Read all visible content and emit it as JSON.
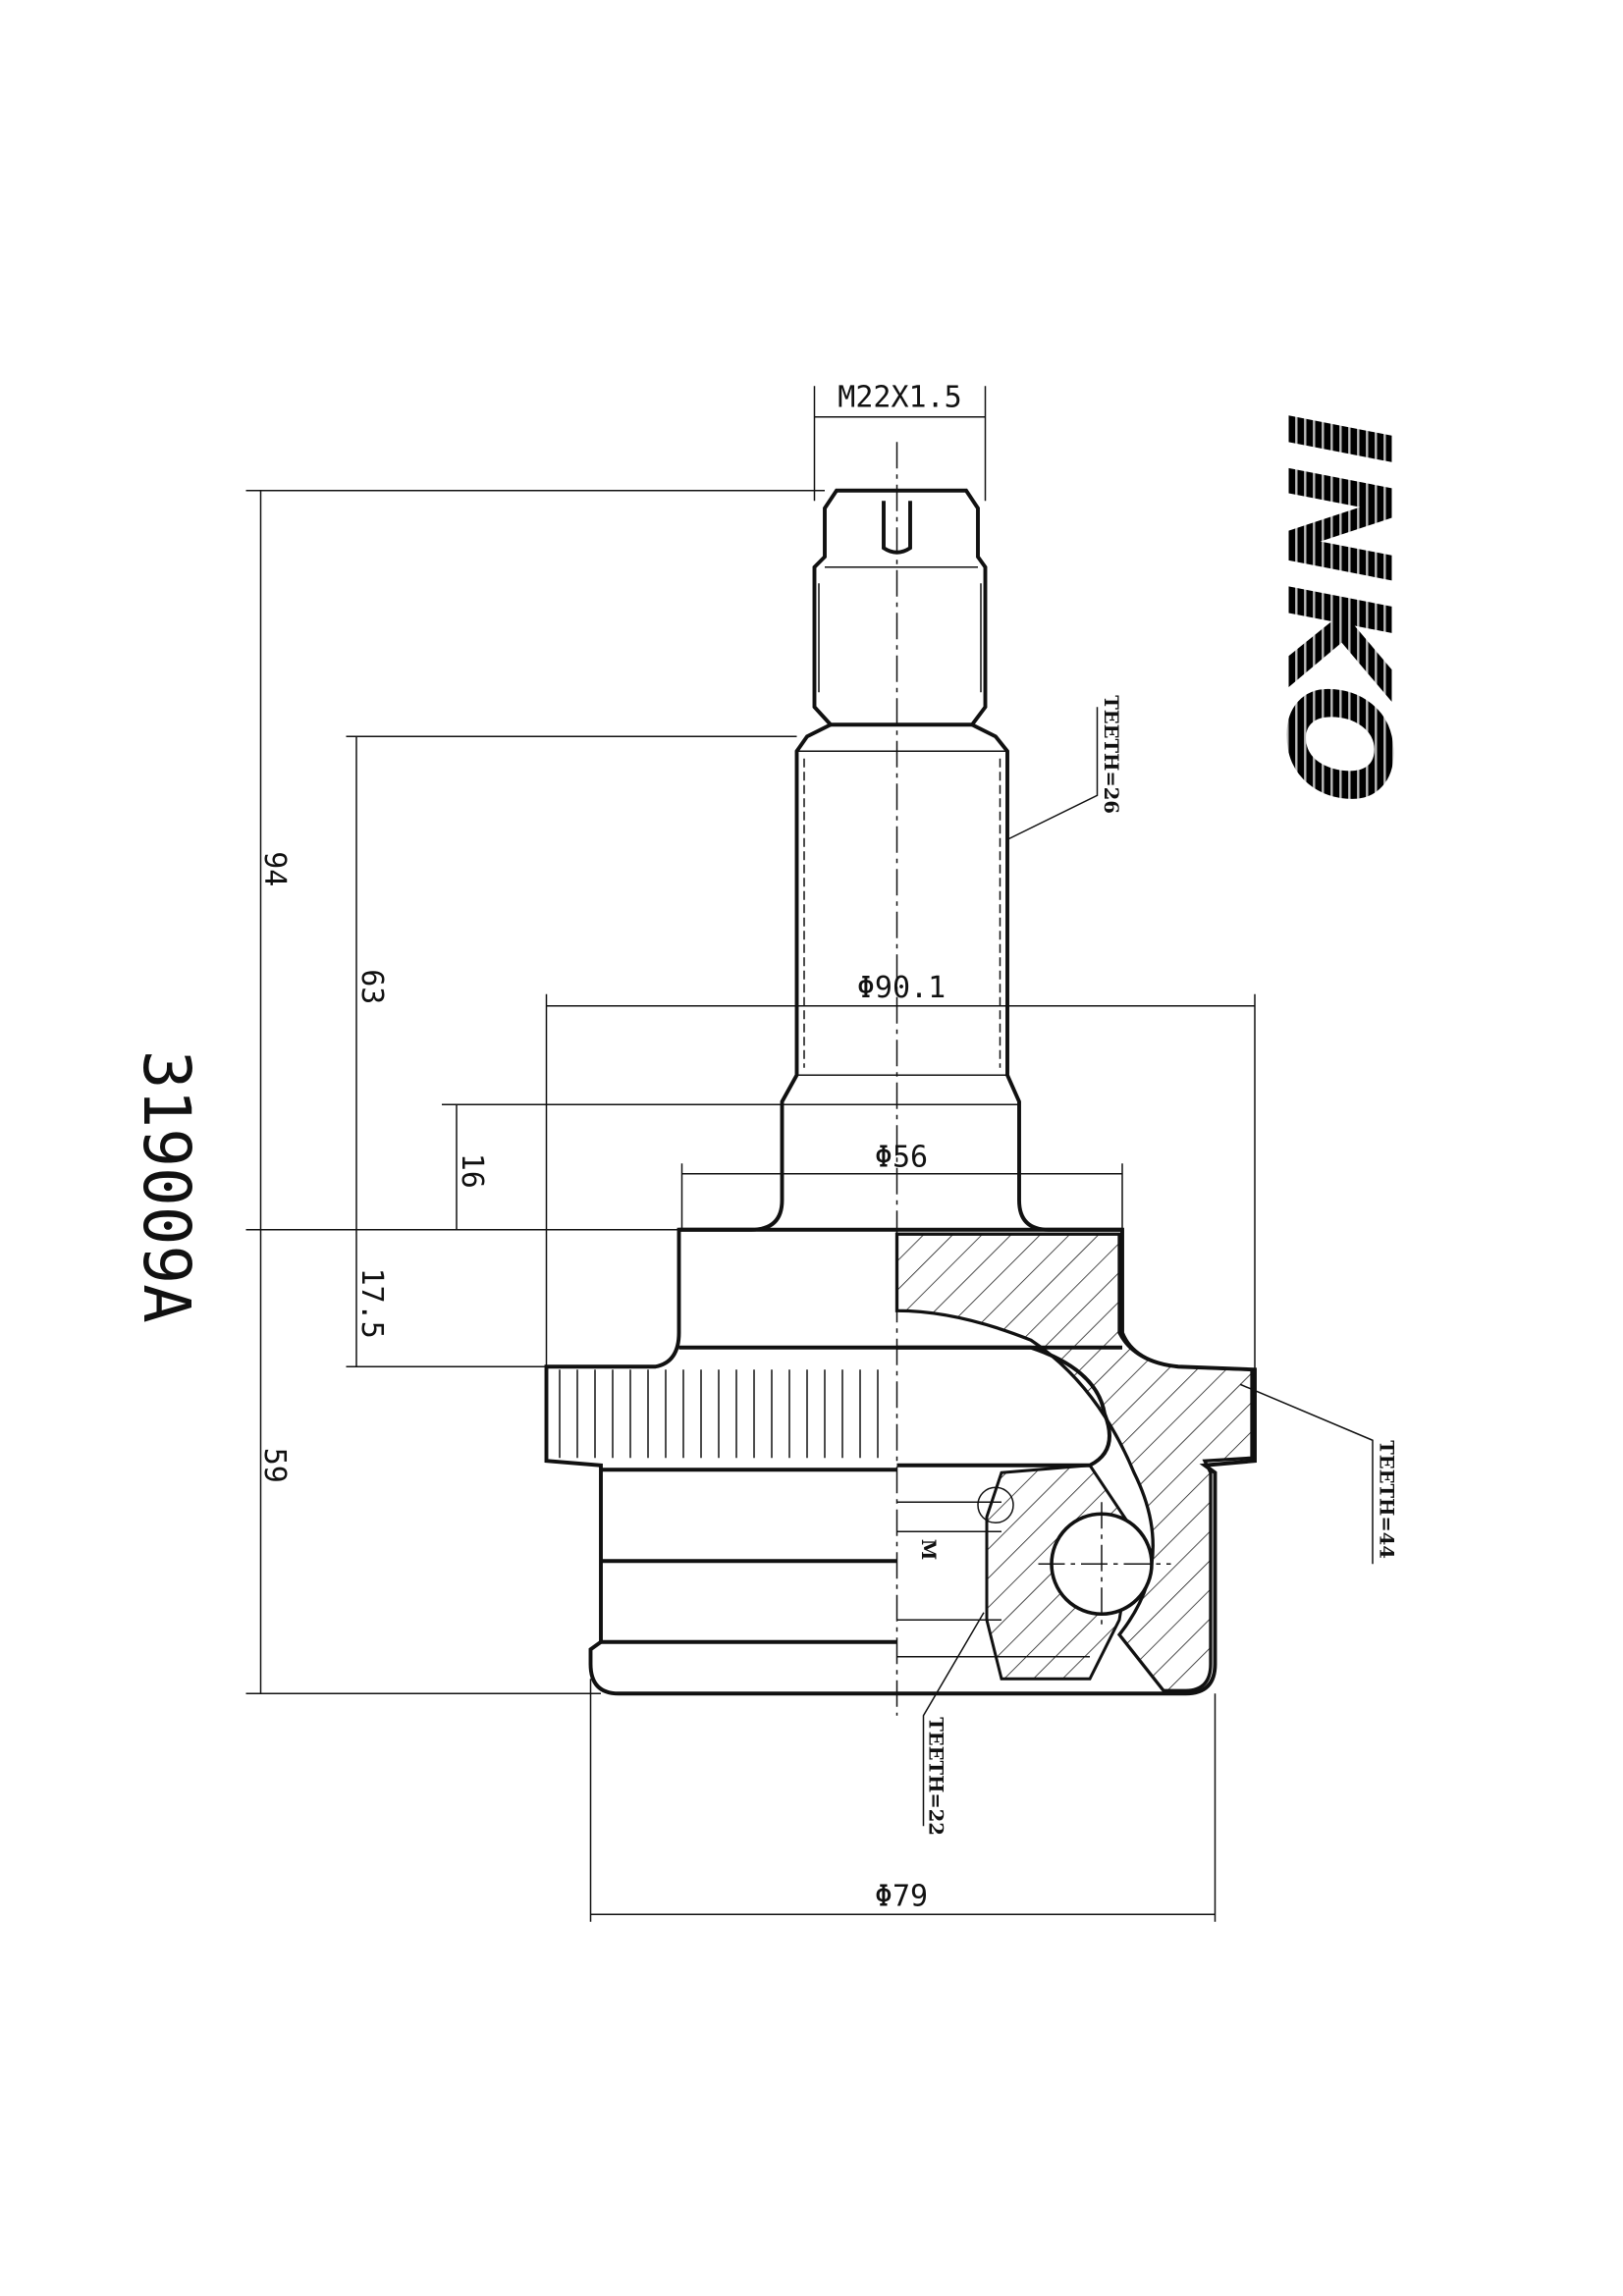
{
  "part_number": "319009A",
  "logo_text": "INKO",
  "dimensions": {
    "thread": "M22X1.5",
    "overall_length": "94",
    "shaft_length": "63",
    "collar_length": "16",
    "flange_length": "17.5",
    "body_length": "59",
    "abs_ring_diameter": "Φ90.1",
    "flange_diameter": "Φ56",
    "body_diameter": "Φ79"
  },
  "annotations": {
    "shaft_teeth": "TEETH=26",
    "abs_ring_teeth": "TEETH=44",
    "inner_teeth": "TEETH=22",
    "detail_mark": "M"
  }
}
